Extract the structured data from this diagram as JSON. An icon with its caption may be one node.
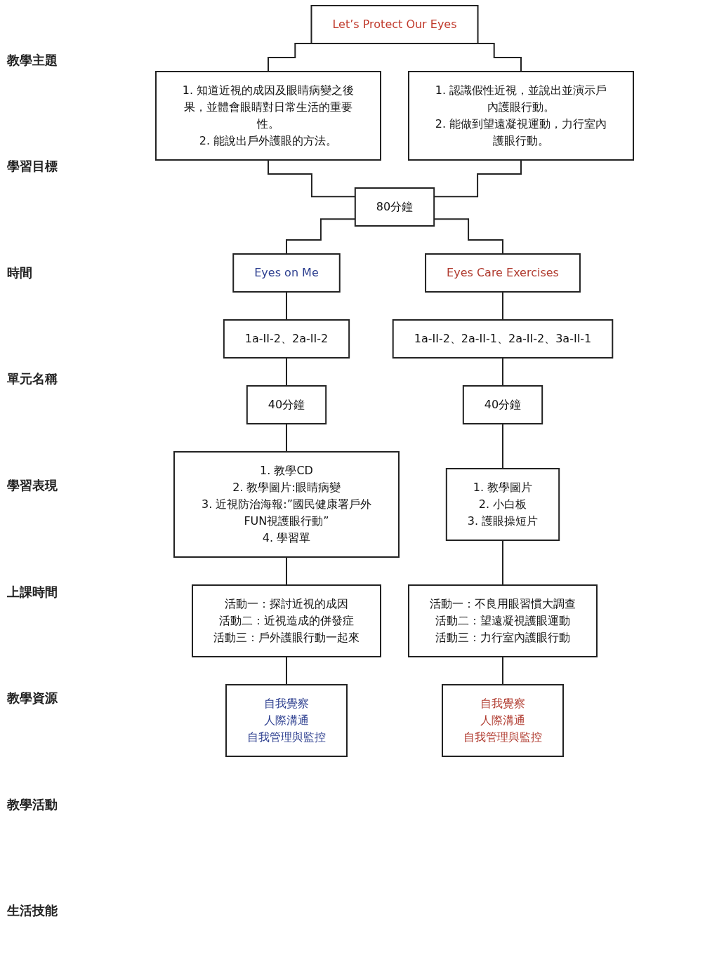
{
  "diagram": {
    "nodes": [
      {
        "text": [
          "Let’s Protect Our Eyes"
        ]
      },
      {
        "text": [
          "1. 知道近視的成因及眼睛病變之後果，並體會眼睛對日常生活的重要性。",
          "2. 能說出戶外護眼的方法。"
        ]
      },
      {
        "text": [
          "1. 認識假性近視，並說出並演示戶內護眼行動。",
          "2. 能做到望遠凝視運動，力行室內護眼行動。"
        ]
      },
      {
        "text": [
          "80分鐘"
        ]
      },
      {
        "text": [
          "Eyes on Me"
        ]
      },
      {
        "text": [
          "Eyes Care Exercises"
        ]
      },
      {
        "text": [
          "1a-II-2、2a-II-2"
        ]
      },
      {
        "text": [
          "1a-II-2、2a-II-1、2a-II-2、3a-II-1"
        ]
      },
      {
        "text": [
          "40分鐘"
        ]
      },
      {
        "text": [
          "40分鐘"
        ]
      },
      {
        "text": [
          "1. 教學CD",
          "2. 教學圖片:眼睛病變",
          "3. 近視防治海報:”國民健康署戶外FUN視護眼行動”",
          "4. 學習單"
        ]
      },
      {
        "text": [
          "1. 教學圖片",
          "2. 小白板",
          "3. 護眼操短片"
        ]
      },
      {
        "text": [
          "活動一：探討近視的成因",
          "活動二：近視造成的併發症",
          "活動三：戶外護眼行動一起來"
        ]
      },
      {
        "text": [
          "活動一：不良用眼習慣大調查",
          "活動二：望遠凝視護眼運動",
          "活動三：力行室內護眼行動"
        ]
      },
      {
        "text": [
          "自我覺察",
          "人際溝通",
          "自我管理與監控"
        ]
      },
      {
        "text": [
          "自我覺察",
          "人際溝通",
          "自我管理與監控"
        ]
      }
    ],
    "edges": [
      {
        "from": 0,
        "to": 1,
        "arrow": "none"
      },
      {
        "from": 0,
        "to": 2,
        "arrow": "none"
      },
      {
        "from": 1,
        "to": 3,
        "arrow": "none"
      },
      {
        "from": 2,
        "to": 3,
        "arrow": "none"
      },
      {
        "from": 3,
        "to": 4,
        "arrow": "none"
      },
      {
        "from": 3,
        "to": 5,
        "arrow": "none"
      },
      {
        "from": 4,
        "to": 6,
        "arrow": "none"
      },
      {
        "from": 5,
        "to": 7,
        "arrow": "none"
      },
      {
        "from": 6,
        "to": 8,
        "arrow": "none"
      },
      {
        "from": 7,
        "to": 9,
        "arrow": "none"
      },
      {
        "from": 8,
        "to": 10,
        "arrow": "none"
      },
      {
        "from": 9,
        "to": 11,
        "arrow": "none"
      },
      {
        "from": 10,
        "to": 12,
        "arrow": "none"
      },
      {
        "from": 11,
        "to": 13,
        "arrow": "none"
      },
      {
        "from": 12,
        "to": 14,
        "arrow": "none"
      },
      {
        "from": 13,
        "to": 15,
        "arrow": "none"
      }
    ],
    "labels": [
      "教學主題",
      "學習目標",
      "時間",
      "單元名稱",
      "學習表現",
      "上課時間",
      "教學資源",
      "教學活動",
      "生活技能"
    ]
  }
}
